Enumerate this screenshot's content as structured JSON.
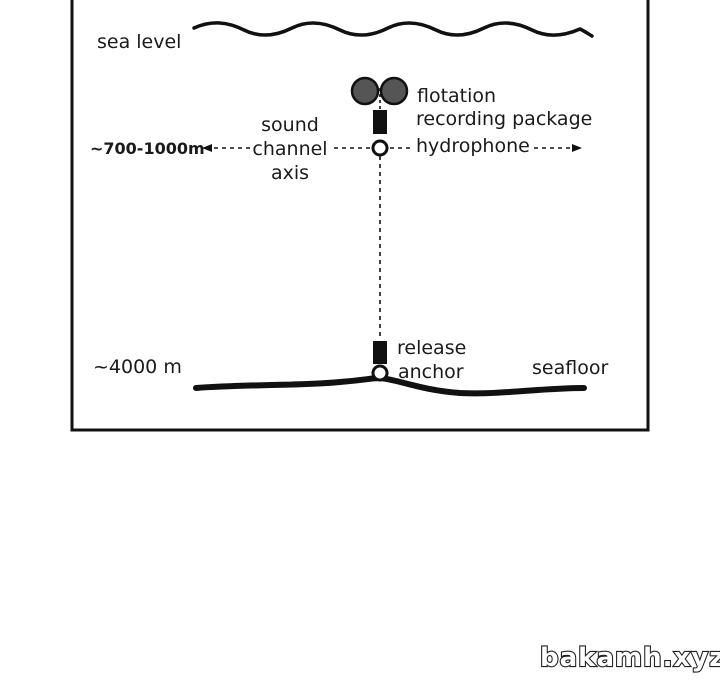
{
  "labels": {
    "sea_level": "sea level",
    "flotation": "flotation",
    "recording_package": "recording package",
    "sound": "sound",
    "channel": "channel",
    "axis": "axis",
    "depth_channel": "~700-1000m",
    "hydrophone": "hydrophone",
    "release": "release",
    "anchor": "anchor",
    "depth_floor": "~4000 m",
    "seafloor": "seafloor"
  },
  "watermark": "bakamh.xyz",
  "colors": {
    "line": "#111111",
    "float_fill": "#555555",
    "background": "#ffffff"
  }
}
